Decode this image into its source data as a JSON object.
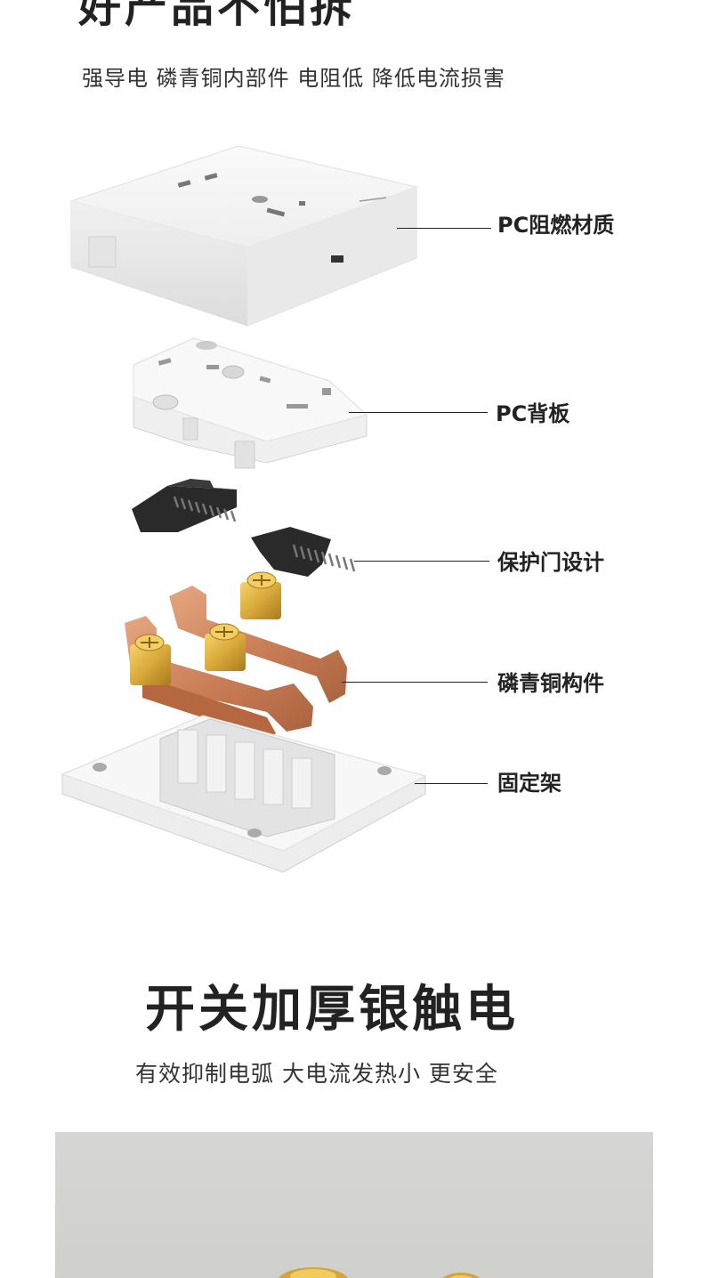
{
  "section1": {
    "title": "好产品不怕拆",
    "subtitle": "强导电 磷青铜内部件  电阻低 降低电流损害",
    "callouts": [
      {
        "label": "PC阻燃材质"
      },
      {
        "label": "PC背板"
      },
      {
        "label": "保护门设计"
      },
      {
        "label": "磷青铜构件"
      },
      {
        "label": "固定架"
      }
    ]
  },
  "section2": {
    "title": "开关加厚银触电",
    "subtitle": "有效抑制电弧 大电流发热小 更安全"
  },
  "colors": {
    "text": "#222222",
    "plastic": "#f3f3f3",
    "copper": "#c9794f",
    "brass": "#d9a93a",
    "shutter": "#2a2a2a"
  }
}
